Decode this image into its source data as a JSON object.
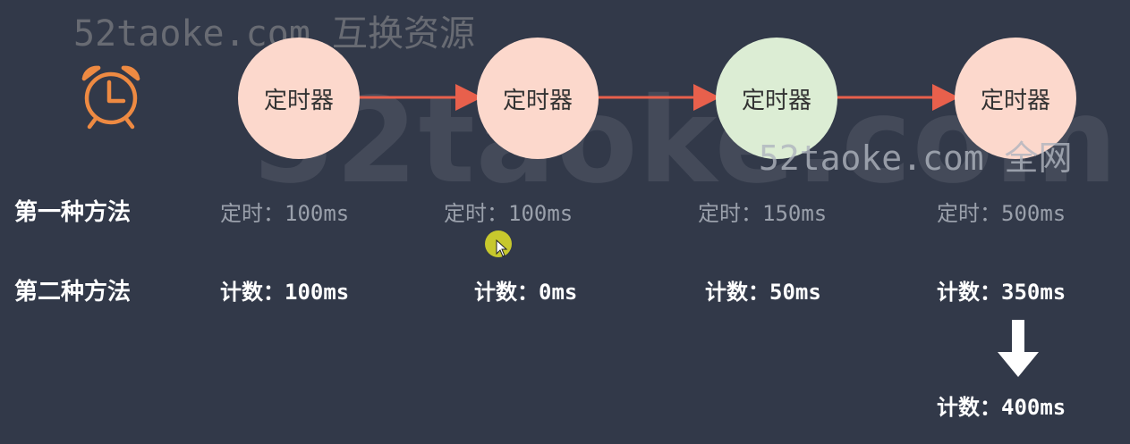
{
  "watermarks": {
    "top": "52taoke.com  互换资源",
    "big": "52taoke.com",
    "mid": "52taoke.com  全网"
  },
  "icons": {
    "clock": "alarm-clock-icon",
    "arrow": "arrow-down-icon",
    "cursor": "mouse-pointer-icon"
  },
  "colors": {
    "background": "#323949",
    "circle_pink": "#fcd8cc",
    "circle_green": "#dcedd4",
    "connector": "#e8604c",
    "clock": "#ee8a42"
  },
  "flow": {
    "nodes": [
      {
        "label": "定时器",
        "color": "#fcd8cc"
      },
      {
        "label": "定时器",
        "color": "#fcd8cc"
      },
      {
        "label": "定时器",
        "color": "#dcedd4"
      },
      {
        "label": "定时器",
        "color": "#fcd8cc"
      }
    ]
  },
  "method1": {
    "label": "第一种方法",
    "values": [
      "定时：100ms",
      "定时：100ms",
      "定时：150ms",
      "定时：500ms"
    ]
  },
  "method2": {
    "label": "第二种方法",
    "values": [
      "计数：100ms",
      "计数：0ms",
      "计数：50ms",
      "计数：350ms"
    ]
  },
  "result": {
    "value": "计数：400ms"
  }
}
